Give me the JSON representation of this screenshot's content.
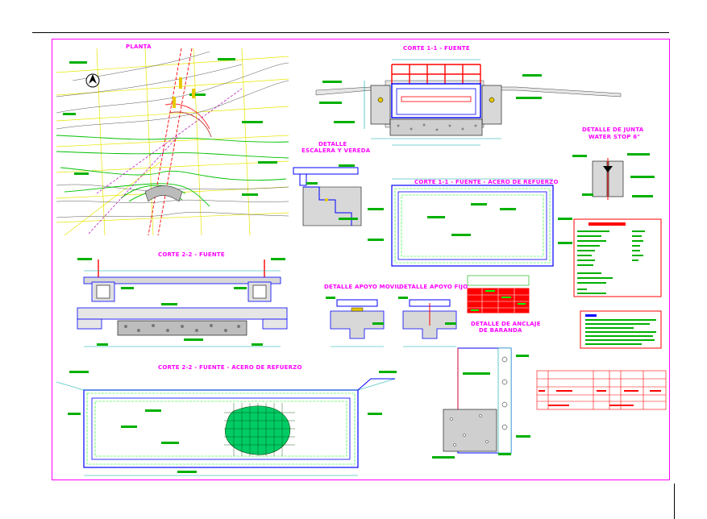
{
  "sheet": {
    "views": {
      "plan": {
        "title": "PLANTA"
      },
      "section11": {
        "title": "CORTE 1-1 - FUENTE"
      },
      "section11_steel": {
        "title": "CORTE 1-1 - FUENTE - ACERO DE REFUERZO"
      },
      "stair_detail": {
        "title_line1": "DETALLE",
        "title_line2": "ESCALERA Y VEREDA"
      },
      "joint_detail": {
        "title_line1": "DETALLE DE JUNTA",
        "title_line2": "WATER STOP 6\""
      },
      "section22": {
        "title": "CORTE 2-2 - FUENTE"
      },
      "mobile_support": {
        "title": "DETALLE APOYO MOVIL"
      },
      "fixed_support": {
        "title": "DETALLE APOYO FIJO"
      },
      "railing_detail": {
        "title_line1": "DETALLE DE ANCLAJE",
        "title_line2": "DE BARANDA"
      },
      "section22_steel": {
        "title": "CORTE 2-2 - FUENTE - ACERO DE REFUERZO"
      }
    },
    "colors": {
      "sheet_border": "#ff00ff",
      "concrete": "#0000ff",
      "reinforcement": "#00ff00",
      "dimension": "#00a8a8",
      "annotation": "#009900",
      "railing": "#ff0000",
      "plan_lines": "#ffff00",
      "title": "#ff00ff"
    }
  }
}
